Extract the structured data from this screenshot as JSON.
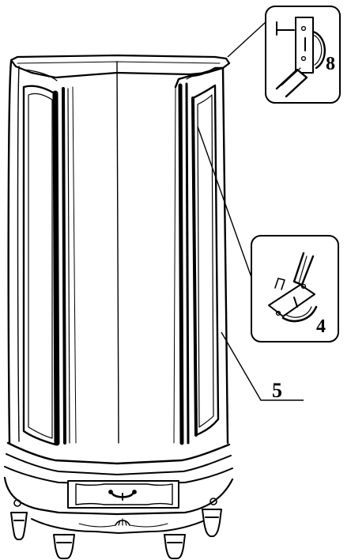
{
  "callouts": [
    {
      "label": "8"
    },
    {
      "label": "4"
    },
    {
      "label": "5"
    }
  ],
  "colors": {
    "line": "#000000",
    "background": "#ffffff",
    "inset_fill": "#ffffff"
  }
}
